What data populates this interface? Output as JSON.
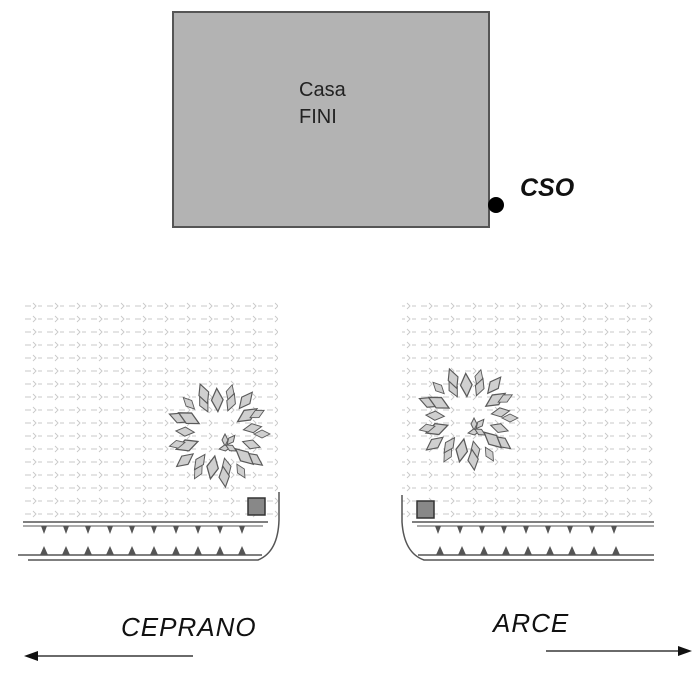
{
  "house": {
    "line1": "Casa",
    "line2": "FINI",
    "fill": "#b3b3b3",
    "stroke": "#555555"
  },
  "point": {
    "label": "CSO",
    "color": "#000000"
  },
  "directions": {
    "left": "CEPRANO",
    "right": "ARCE"
  },
  "colors": {
    "bush_fill": "#cfcfcf",
    "bush_stroke": "#5a5a5a",
    "marker_fill": "#888888",
    "grass": "#c8c8c8"
  },
  "icons": {
    "bushes": "bush-ring-icon",
    "markers": "square-marker-icon",
    "point": "dot-icon"
  }
}
